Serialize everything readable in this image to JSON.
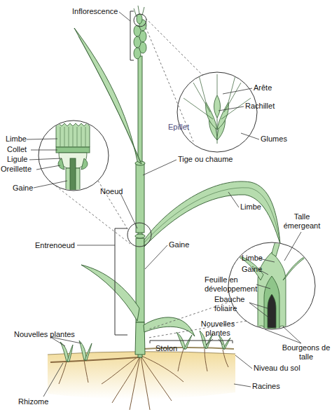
{
  "diagram": {
    "labels": [
      "Inflorescence",
      "Epillet",
      "Arête",
      "Rachillet",
      "Glumes",
      "Limbe",
      "Collet",
      "Ligule",
      "Oreillette",
      "Gaine",
      "Tige ou chaume",
      "Noeud",
      "Limbe",
      "Entrenoeud",
      "Gaine",
      "Talle émergeant",
      "Limbe",
      "Gaine",
      "Feuille en développement",
      "Ebauche foliaire",
      "Bourgeons de talle",
      "Nouvelles plantes",
      "Nouvelles plantes",
      "Stolon",
      "Niveau du sol",
      "Racines",
      "Rhizome"
    ]
  }
}
